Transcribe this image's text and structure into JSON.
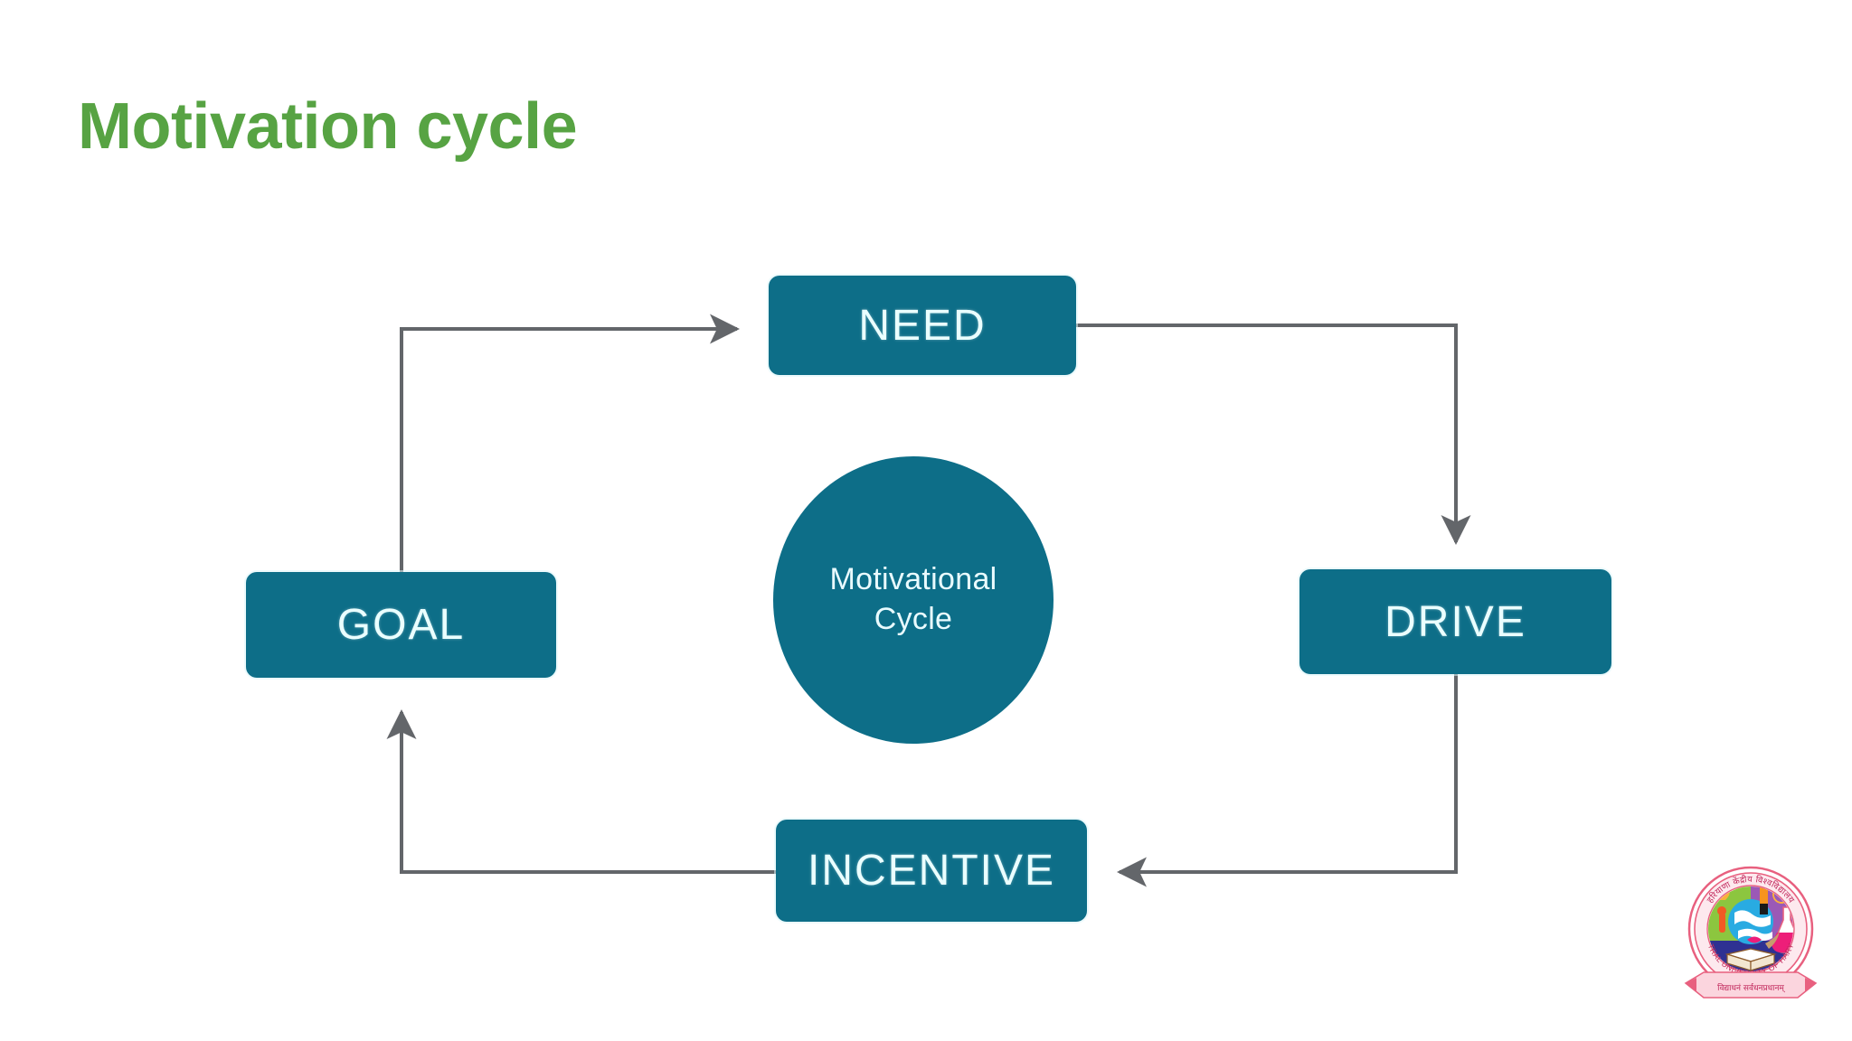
{
  "slide": {
    "title": "Motivation cycle",
    "title_color": "#57a343",
    "background": "#ffffff"
  },
  "diagram": {
    "type": "cycle-flowchart",
    "node_fill": "#0d6e88",
    "node_text_color": "#eaffff",
    "connector_color": "#63666a",
    "center": {
      "label_line1": "Motivational",
      "label_line2": "Cycle"
    },
    "nodes": [
      {
        "id": "need",
        "label": "NEED",
        "position": "top"
      },
      {
        "id": "drive",
        "label": "DRIVE",
        "position": "right"
      },
      {
        "id": "incentive",
        "label": "INCENTIVE",
        "position": "bottom"
      },
      {
        "id": "goal",
        "label": "GOAL",
        "position": "left"
      }
    ],
    "connections": [
      {
        "from": "need",
        "to": "drive",
        "direction": "down"
      },
      {
        "from": "drive",
        "to": "incentive",
        "direction": "left"
      },
      {
        "from": "incentive",
        "to": "goal",
        "direction": "up"
      },
      {
        "from": "goal",
        "to": "need",
        "direction": "right"
      }
    ]
  },
  "logo": {
    "name": "central-university-of-haryana-logo",
    "devanagari_top": "हरियाणा केंद्रीय विश्वविद्यालय",
    "english_band": "CENTRAL UNIVERSITY OF HARYANA",
    "devanagari_motto": "विद्याधनं सर्वधनप्रधानम्"
  }
}
